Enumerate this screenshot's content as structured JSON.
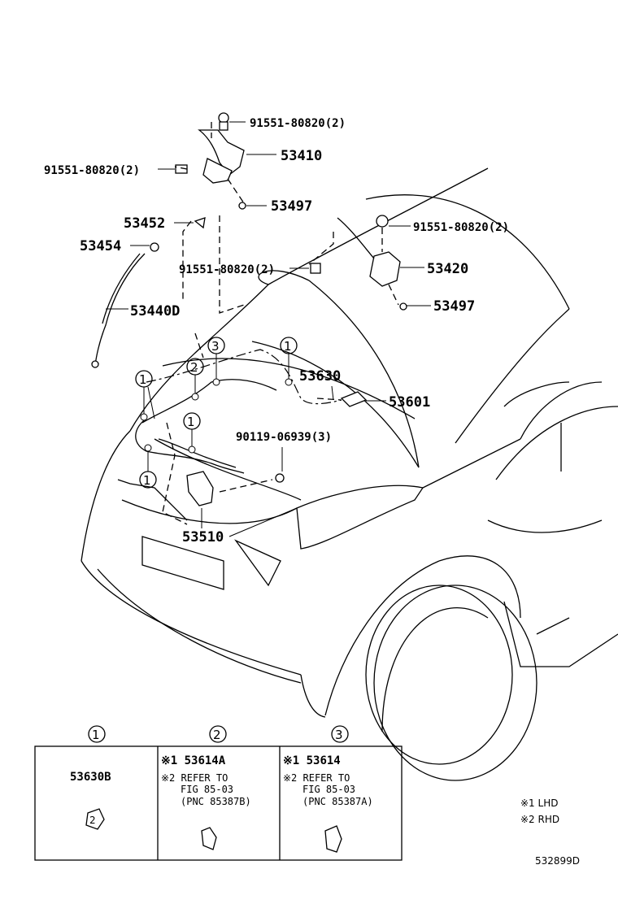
{
  "labels": [
    "91551-80820(2)",
    "53410",
    "91551-80820(2)",
    "53497",
    "53452",
    "53454",
    "53440D",
    "91551-80820(2)",
    "91551-80820(2)",
    "53420",
    "53497",
    "53630",
    "53601",
    "90119-06939(3)",
    "53510"
  ],
  "callouts": [
    {
      "num": "1"
    },
    {
      "num": "2"
    },
    {
      "num": "3"
    },
    {
      "num": "1"
    },
    {
      "num": "1"
    },
    {
      "num": "1"
    }
  ],
  "table": [
    {
      "num": "1",
      "line1": "53630B",
      "clip_mark": "2"
    },
    {
      "num": "2",
      "line1": "※1 53614A",
      "line2": "※2 REFER TO",
      "line3": "FIG 85-03",
      "line4": "(PNC 85387B)"
    },
    {
      "num": "3",
      "line1": "※1 53614",
      "line2": "※2 REFER TO",
      "line3": "FIG 85-03",
      "line4": "(PNC 85387A)"
    }
  ],
  "notes": [
    "※1  LHD",
    "※2  RHD"
  ],
  "figure_code": "532899D"
}
